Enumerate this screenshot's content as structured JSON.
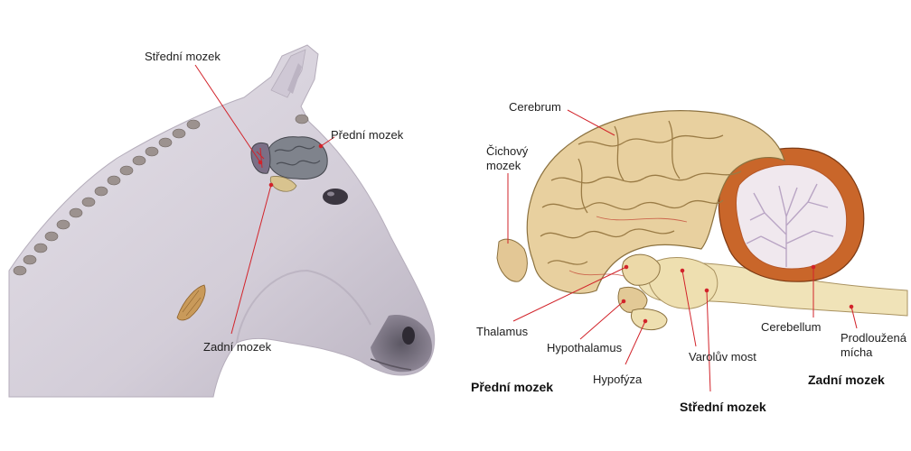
{
  "left_figure": {
    "labels": {
      "stredni_mozek": "Střední mozek",
      "predni_mozek": "Přední mozek",
      "zadni_mozek": "Zadní mozek"
    }
  },
  "right_figure": {
    "labels": {
      "cerebrum": "Cerebrum",
      "cichovy_mozek": "Čichový\nmozek",
      "thalamus": "Thalamus",
      "hypothalamus": "Hypothalamus",
      "hypofyza": "Hypofýza",
      "varoluv_most": "Varolův most",
      "cerebellum": "Cerebellum",
      "prodlouzena_micha": "Prodloužená\nmícha"
    },
    "section_labels": {
      "predni_mozek": "Přední mozek",
      "stredni_mozek": "Střední mozek",
      "zadni_mozek": "Zadní mozek"
    }
  },
  "colors": {
    "label_line": "#d2232a",
    "horse_coat": "#d9d4dd",
    "brain_gray": "#8a8c93",
    "cerebrum_tan": "#e7cf9e",
    "cerebellum_orange": "#c9662a",
    "stem_cream": "#efe2b6"
  }
}
